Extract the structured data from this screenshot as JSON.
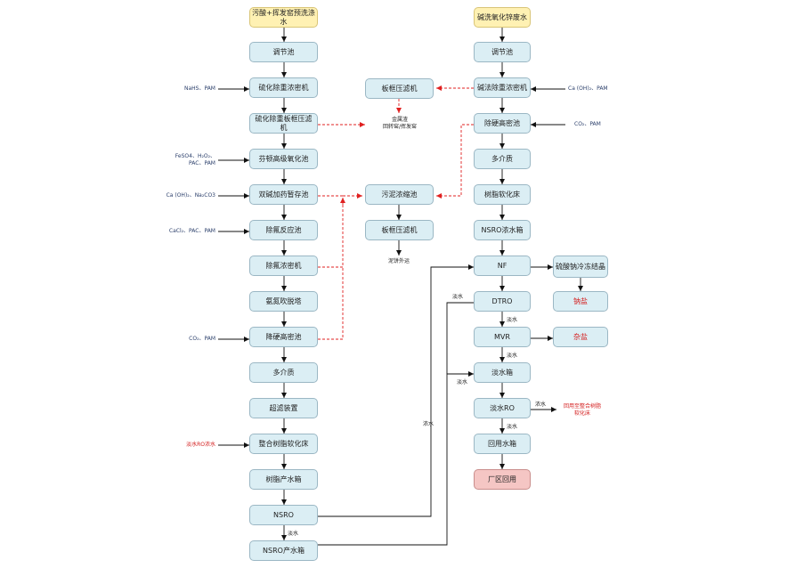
{
  "left": {
    "source": "污酸+挥发窑预洗涤水",
    "n1": "调节池",
    "n2": "硫化除重浓密机",
    "n3": "硫化除重板框压滤机",
    "n4": "芬顿高级氧化池",
    "n5": "双碱加药暂存池",
    "n6": "除氟反应池",
    "n7": "除氟浓密机",
    "n8": "氨氮吹脱塔",
    "n9": "降硬高密池",
    "n10": "多介质",
    "n11": "超滤装置",
    "n12": "整合树脂软化床",
    "n13": "树脂产水箱",
    "n14": "NSRO",
    "n15": "NSRO产水箱"
  },
  "right": {
    "source": "碱洗氧化锌废水",
    "n1": "调节池",
    "n2": "碱法除重浓密机",
    "n3": "除硬高密池",
    "n4": "多介质",
    "n5": "树脂软化床",
    "n6": "NSRO浓水箱",
    "n7": "NF",
    "n8": "DTRO",
    "n9": "MVR",
    "n10": "淡水箱",
    "n11": "淡水RO",
    "n12": "回用水箱",
    "n13": "厂区回用",
    "side1": "硫酸钠冷冻结晶",
    "side2": "钠盐",
    "side3": "杂盐"
  },
  "middle": {
    "plate1": "板框压滤机",
    "conc": "污泥浓缩池",
    "plate2": "板框压滤机",
    "metal_line1": "金属渣",
    "metal_line2": "回转窑/挥发窑",
    "cake": "泥饼外运"
  },
  "labels": {
    "l_nahs": "NaHS、PAM",
    "l_feso4_1": "FeSO4、H₂O₂、",
    "l_feso4_2": "PAC、PAM",
    "l_caoh": "Ca (OH)₂、Na₂CO3",
    "l_cacl": "CaCl₂、PAC、PAM",
    "l_co2_left": "CO₂、PAM",
    "l_ro_conc": "淡水RO浓水",
    "r_caoh": "Ca (OH)₂、PAM",
    "r_co2": "CO₂、PAM",
    "t_dan1": "淡水",
    "t_dan2": "淡水",
    "t_dan3": "淡水",
    "t_dan4": "淡水",
    "t_dan5": "淡水",
    "t_dan6": "淡水",
    "t_nong1": "浓水",
    "t_nong2": "浓水",
    "ro_return1": "回用至整合树脂",
    "ro_return2": "软化床"
  }
}
